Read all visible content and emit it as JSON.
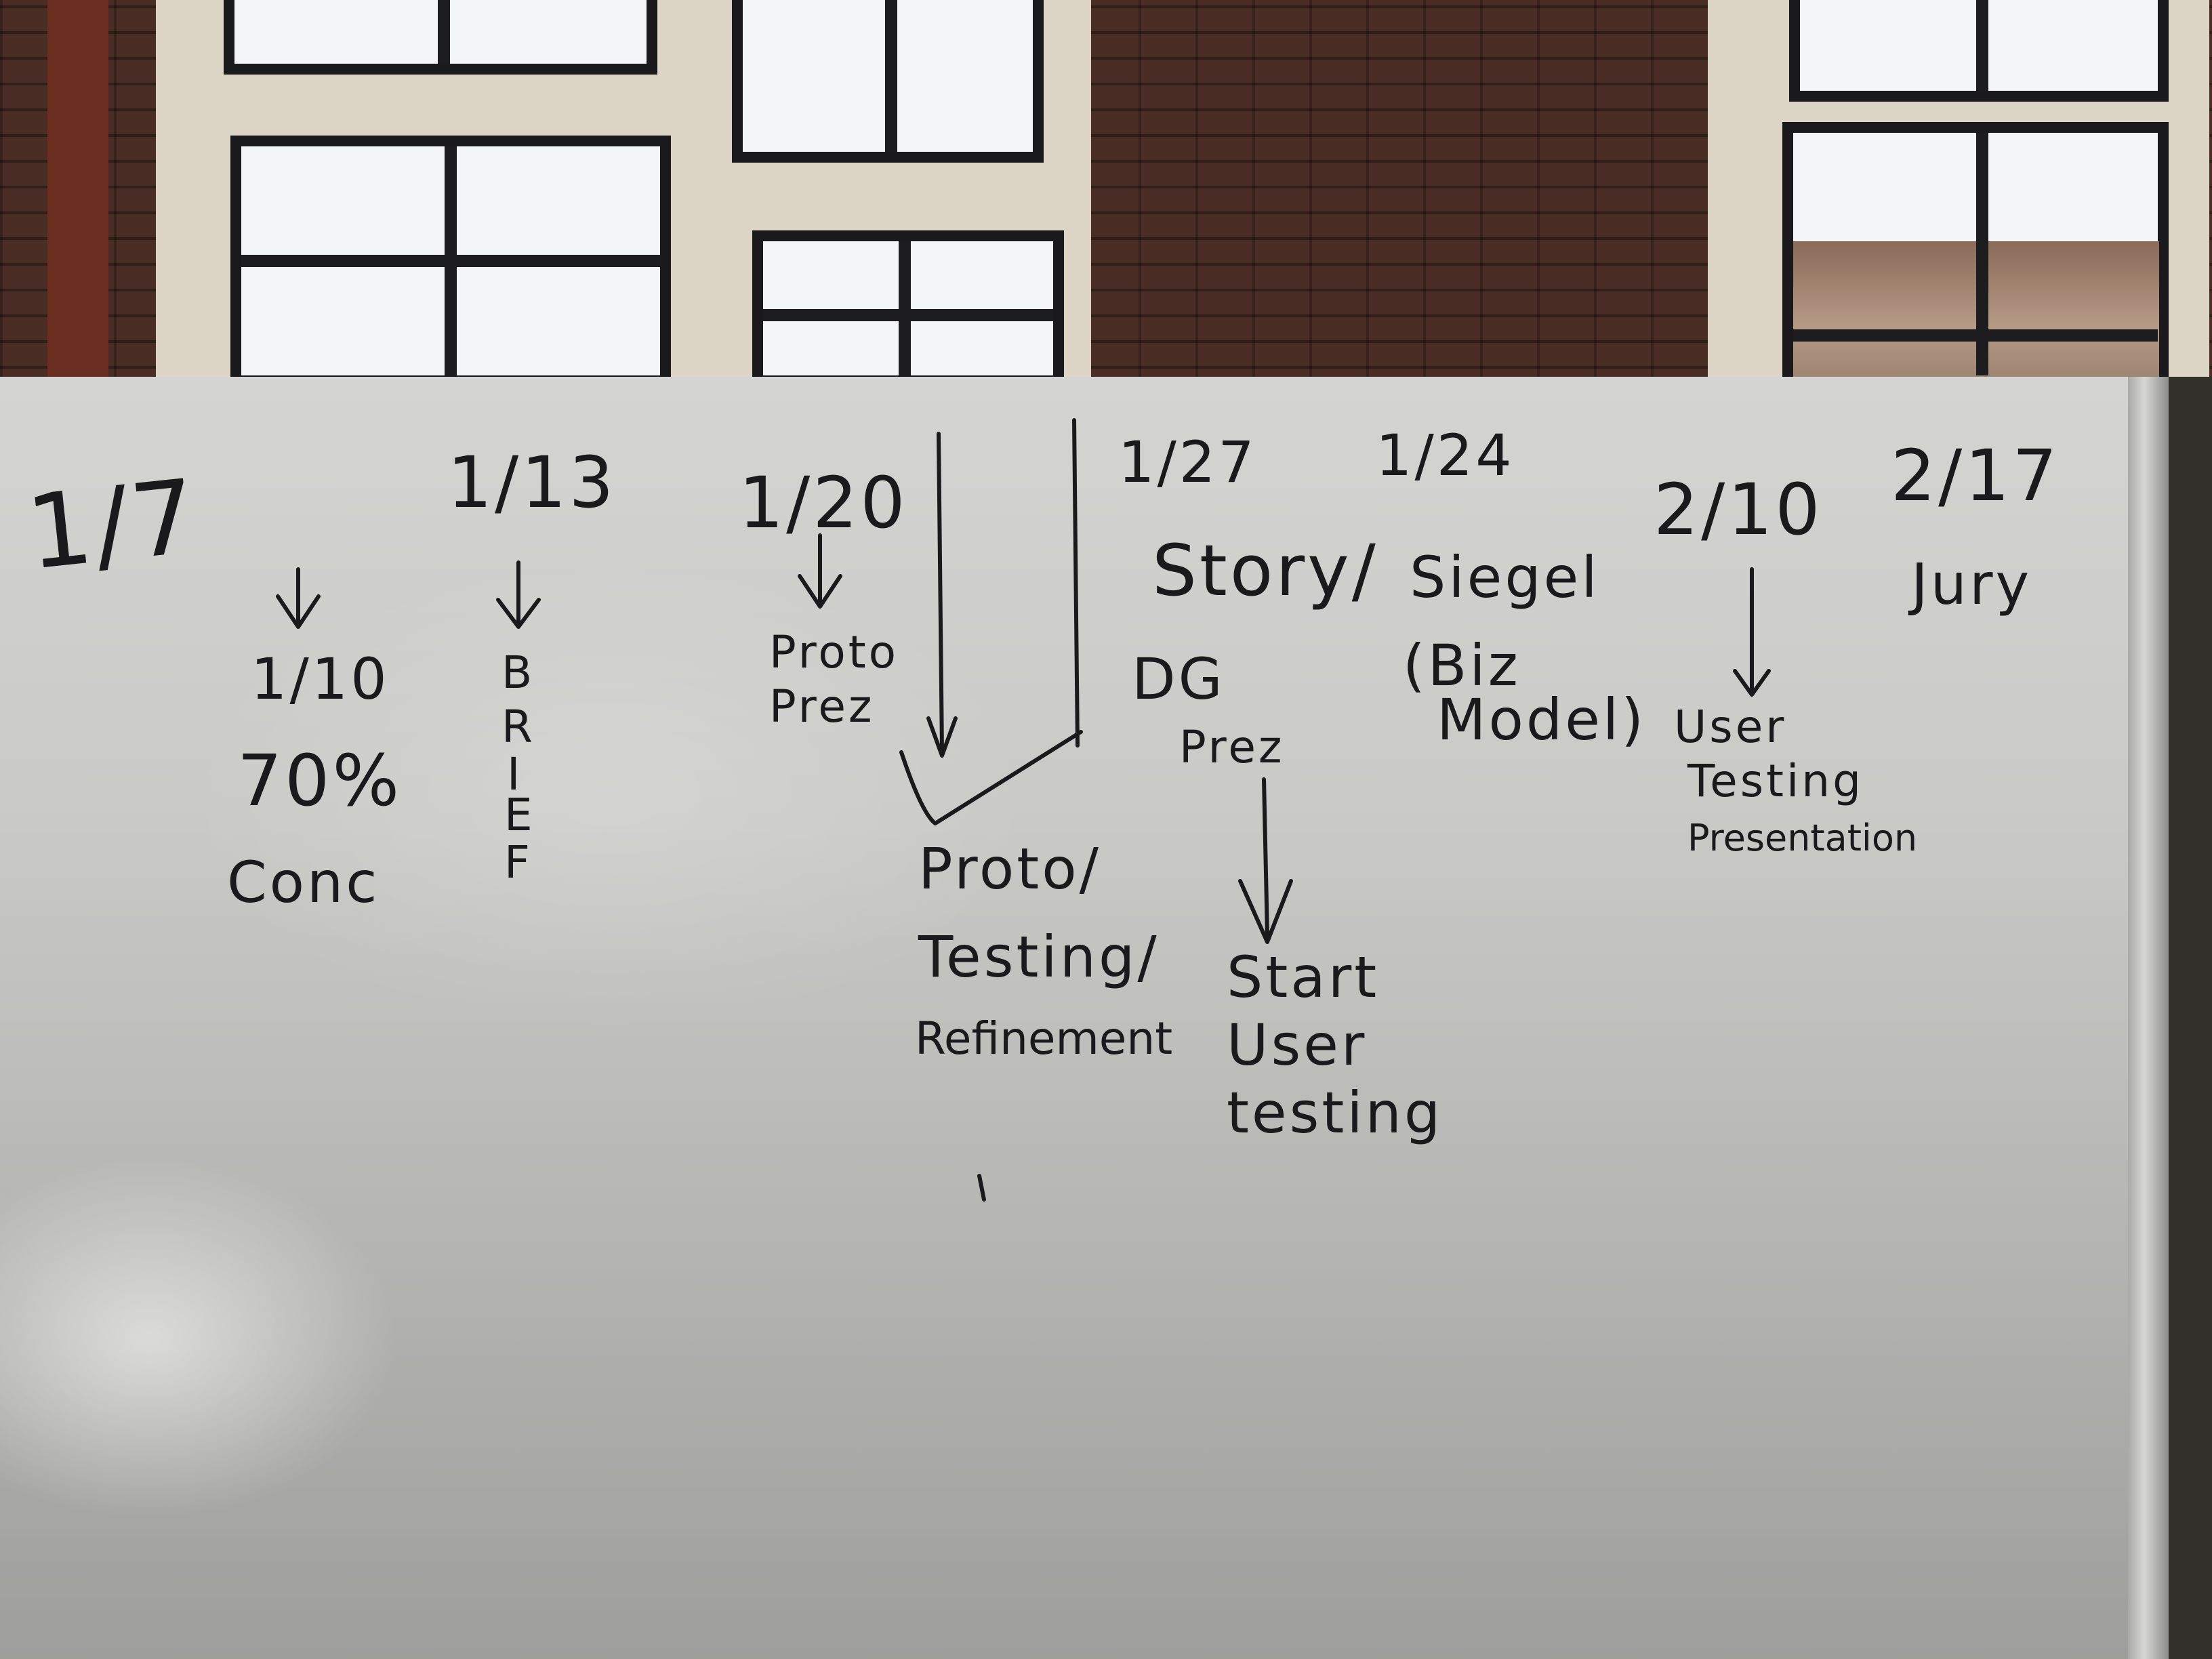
{
  "whiteboard": {
    "dates": {
      "d1": "1/7",
      "d2": "1/13",
      "d3": "1/20",
      "d4": "1/27",
      "d5": "1/24",
      "d6": "2/10",
      "d7": "2/17"
    },
    "notes": {
      "n1_date": "1/10",
      "n1_pct": "70%",
      "n1_word": "Conc",
      "n2_letters": [
        "B",
        "R",
        "I",
        "E",
        "F"
      ],
      "n3_line1": "Proto",
      "n3_line2": "Prez",
      "n3b_line1": "Proto/",
      "n3b_line2": "Testing/",
      "n3b_line3": "Refinement",
      "n4_line1": "Story/",
      "n4_line2": "DG",
      "n4_line3": "Prez",
      "n4b_line1": "Start",
      "n4b_line2": "User",
      "n4b_line3": "testing",
      "n5_line1": "Siegel",
      "n5_line2": "(Biz",
      "n5_line3": "Model)",
      "n6_line1": "User",
      "n6_line2": "Testing",
      "n6_line3": "Presentation",
      "n7_line1": "Jury"
    }
  }
}
